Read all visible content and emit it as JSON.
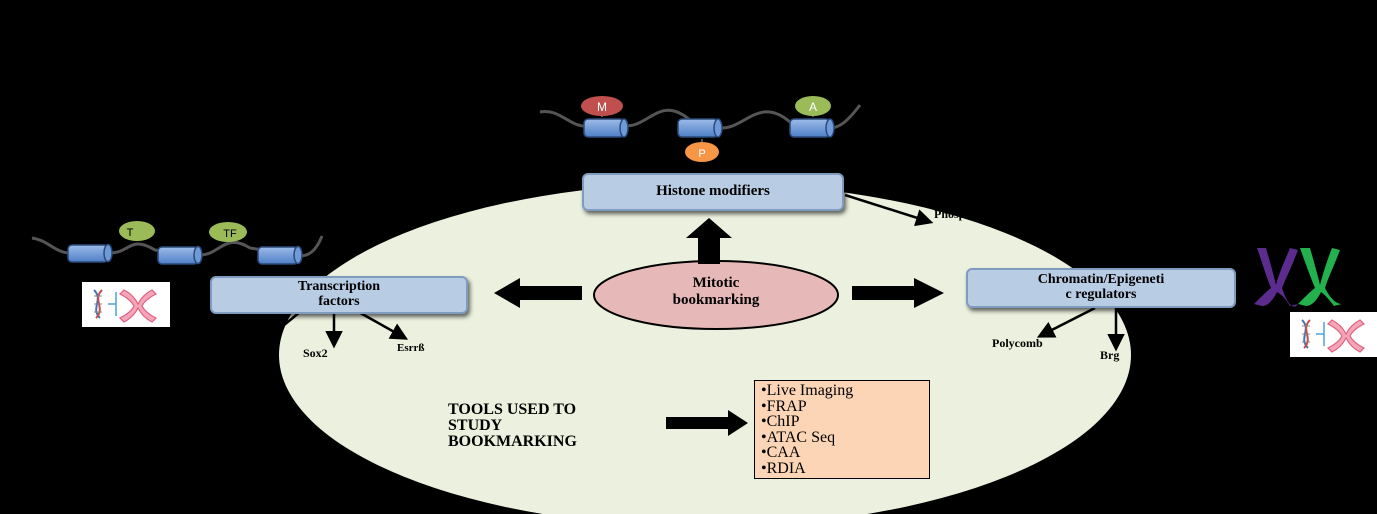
{
  "center": {
    "label_line1": "Mitotic",
    "label_line2": "bookmarking"
  },
  "histone": {
    "box_label": "Histone modifiers",
    "mark_methyl": "M",
    "mark_acetyl": "A",
    "mark_phospho": "P",
    "output_label": "Phosp"
  },
  "transcription": {
    "box_line1": "Transcription",
    "box_line2": "factors",
    "tf_mark_1": "T",
    "tf_mark_2": "TF",
    "targets": [
      "Sox2",
      "Esrrß"
    ]
  },
  "chromatin": {
    "box_line1": "Chromatin/Epigeneti",
    "box_line2": "c regulators",
    "targets": [
      "Polycomb",
      "Brg"
    ]
  },
  "tools": {
    "title_lines": [
      "TOOLS USED TO",
      "STUDY",
      "BOOKMARKING"
    ],
    "items": [
      "•Live Imaging",
      "•FRAP",
      "•ChIP",
      "•ATAC Seq",
      "•CAA",
      "•RDIA"
    ]
  },
  "colors": {
    "background": "#000000",
    "cell": "#ebf1de",
    "box_fill": "#b8cce4",
    "center_fill": "#e6b9b8",
    "tools_fill": "#fbd5b5",
    "nucleosome": "#6f9ad8",
    "mark_methyl": "#c0504d",
    "mark_acetyl": "#9bbb59",
    "mark_phospho": "#f79646",
    "chromosome_purple": "#5b2c8e",
    "chromosome_green": "#22b14c"
  }
}
